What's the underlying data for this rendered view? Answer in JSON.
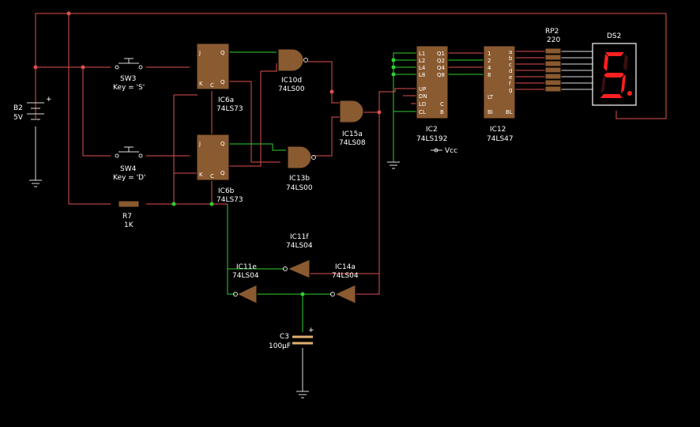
{
  "components": {
    "b2": {
      "name": "B2",
      "value": "5V",
      "plus": "+"
    },
    "sw3": {
      "name": "SW3",
      "key": "Key = 'S'"
    },
    "sw4": {
      "name": "SW4",
      "key": "Key = 'D'"
    },
    "r7": {
      "name": "R7",
      "value": "1K"
    },
    "ic6a": {
      "name": "IC6a",
      "type": "74LS73",
      "pins": [
        "J",
        "K",
        "Q",
        "Q",
        "C"
      ]
    },
    "ic6b": {
      "name": "IC6b",
      "type": "74LS73",
      "pins": [
        "J",
        "K",
        "Q",
        "Q",
        "C"
      ]
    },
    "ic10d": {
      "name": "IC10d",
      "type": "74LS00"
    },
    "ic13b": {
      "name": "IC13b",
      "type": "74LS00"
    },
    "ic15a": {
      "name": "IC15a",
      "type": "74LS08"
    },
    "ic2": {
      "name": "IC2",
      "type": "74LS192",
      "vcc": "Vcc",
      "left_pins": [
        "L1",
        "L2",
        "L4",
        "L8",
        "UP",
        "DN",
        "LD",
        "CL"
      ],
      "right_pins": [
        "Q1",
        "Q2",
        "Q4",
        "Q8",
        "C",
        "B"
      ]
    },
    "ic12": {
      "name": "IC12",
      "type": "74LS47",
      "left_pins": [
        "1",
        "2",
        "4",
        "8",
        "LT",
        "BI"
      ],
      "right_pins": [
        "a",
        "b",
        "c",
        "d",
        "e",
        "f",
        "g",
        "BL"
      ]
    },
    "rp2": {
      "name": "RP2",
      "value": "220"
    },
    "ds2": {
      "name": "DS2",
      "digit": "5"
    },
    "ic11f": {
      "name": "IC11f",
      "type": "74LS04"
    },
    "ic11e": {
      "name": "IC11e",
      "type": "74LS04"
    },
    "ic14a": {
      "name": "IC14a",
      "type": "74LS04"
    },
    "c3": {
      "name": "C3",
      "value": "100µF",
      "plus": "+"
    }
  },
  "colors": {
    "background": "#000000",
    "wire_high": "#e05050",
    "wire_low": "#30d030",
    "chip_fill": "#8a5a30",
    "segment_on": "#ff2020",
    "segment_off": "#3a1010"
  }
}
